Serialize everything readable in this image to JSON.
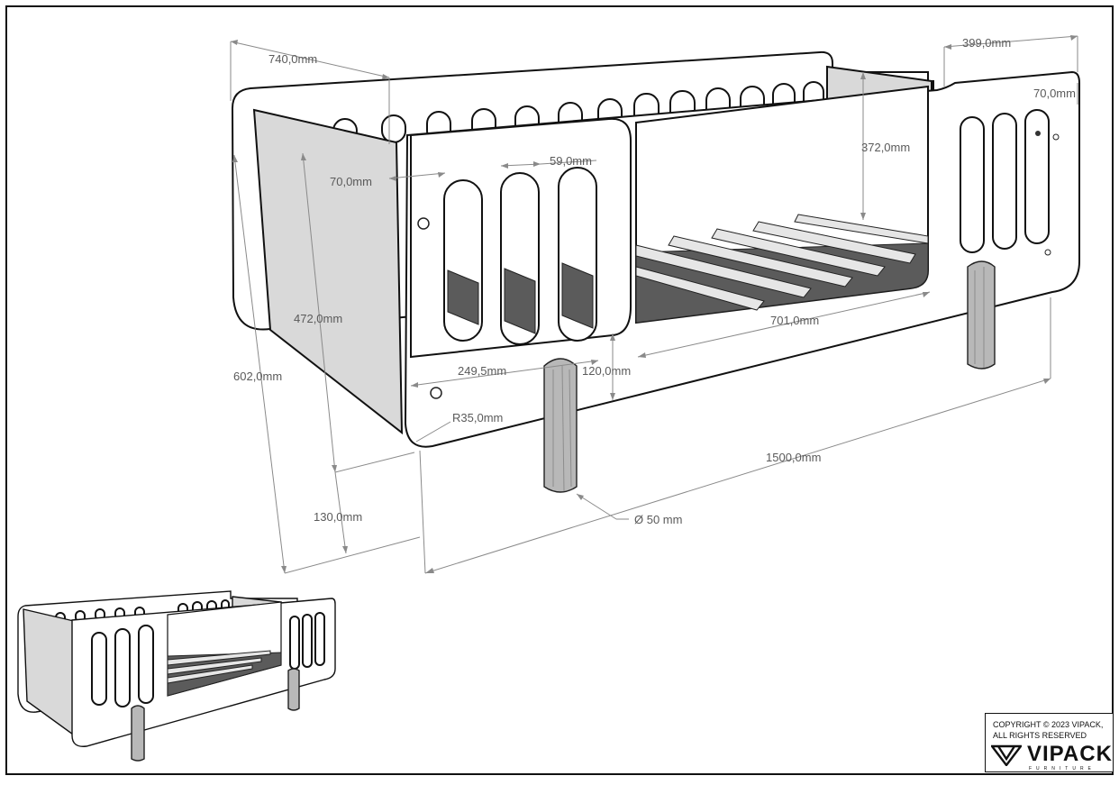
{
  "dimensions": {
    "length": "1500,0mm",
    "width": "740,0mm",
    "total_height": "602,0mm",
    "side_height": "472,0mm",
    "clearance": "130,0mm",
    "headboard_width": "399,0mm",
    "headboard_top": "70,0mm",
    "inner_height": "372,0mm",
    "slot_width": "59,0mm",
    "slot_offset": "70,0mm",
    "guard_length": "249,5mm",
    "opening_length": "701,0mm",
    "rail_height": "120,0mm",
    "corner_radius": "R35,0mm",
    "leg_diameter": "Ø 50 mm"
  },
  "copyright": {
    "line1": "COPYRIGHT  © 2023 VIPACK,",
    "line2": "ALL RIGHTS RESERVED"
  },
  "brand": {
    "name": "VIPACK",
    "sub": "FURNITURE"
  },
  "colors": {
    "panel_grey": "#d9d9d9",
    "slat_dark": "#5b5b5b",
    "leg_wood": "#b8b8b8"
  }
}
